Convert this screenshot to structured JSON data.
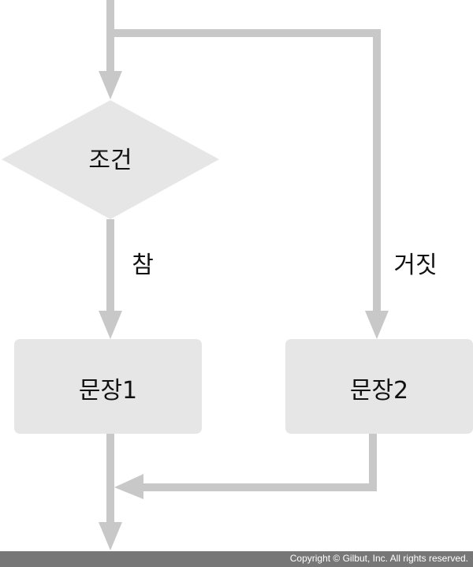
{
  "nodes": {
    "condition": "조건",
    "statement1": "문장1",
    "statement2": "문장2"
  },
  "edges": {
    "true_label": "참",
    "false_label": "거짓"
  },
  "footer": {
    "copyright": "Copyright © Gilbut, Inc. All rights reserved."
  },
  "colors": {
    "arrow": "#c8c8c8",
    "shape": "#e6e6e6",
    "footer": "#777777"
  }
}
